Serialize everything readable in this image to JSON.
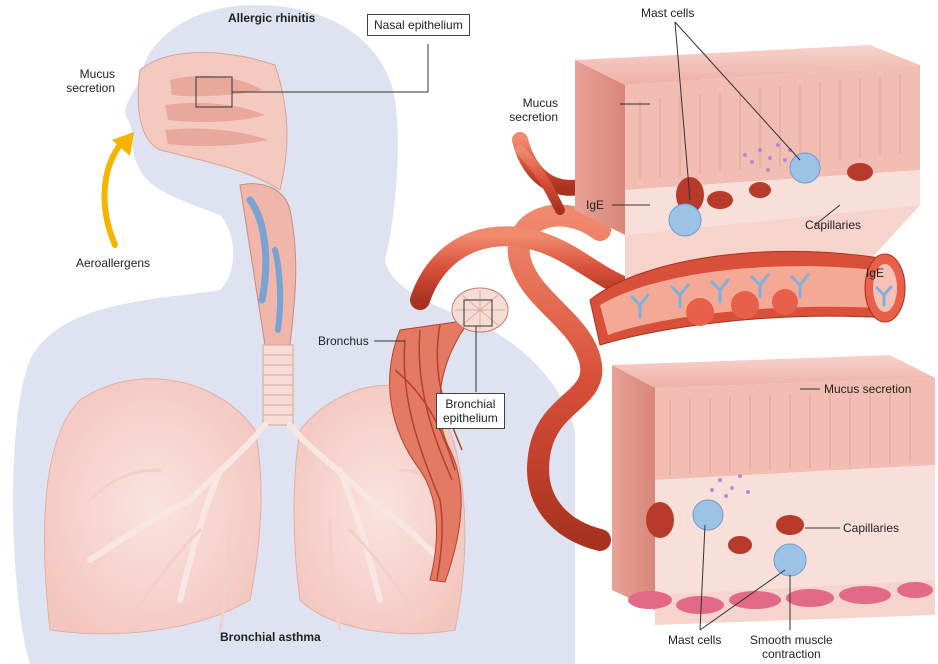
{
  "labels": {
    "allergic_rhinitis": "Allergic rhinitis",
    "nasal_epithelium": "Nasal epithelium",
    "mucus_secretion_nose_1": "Mucus",
    "mucus_secretion_nose_2": "secretion",
    "aeroallergens": "Aeroallergens",
    "mast_cells_top": "Mast cells",
    "mucus_secretion_block_1": "Mucus",
    "mucus_secretion_block_2": "secretion",
    "ige_top": "IgE",
    "capillaries_top": "Capillaries",
    "ige_vessel": "IgE",
    "bronchus": "Bronchus",
    "bronchial_epithelium_1": "Bronchial",
    "bronchial_epithelium_2": "epithelium",
    "mucus_secretion_lower": "Mucus secretion",
    "capillaries_lower": "Capillaries",
    "mast_cells_bottom": "Mast cells",
    "smooth_muscle_1": "Smooth muscle",
    "smooth_muscle_2": "contraction",
    "bronchial_asthma": "Bronchial asthma"
  },
  "colors": {
    "body_silhouette": "#dfe3f1",
    "tissue_pink": "#f2b8b0",
    "vessel_red": "#d9503a",
    "arrow_yellow": "#f5b400",
    "mast_cell_blue": "#9cc3e6"
  }
}
